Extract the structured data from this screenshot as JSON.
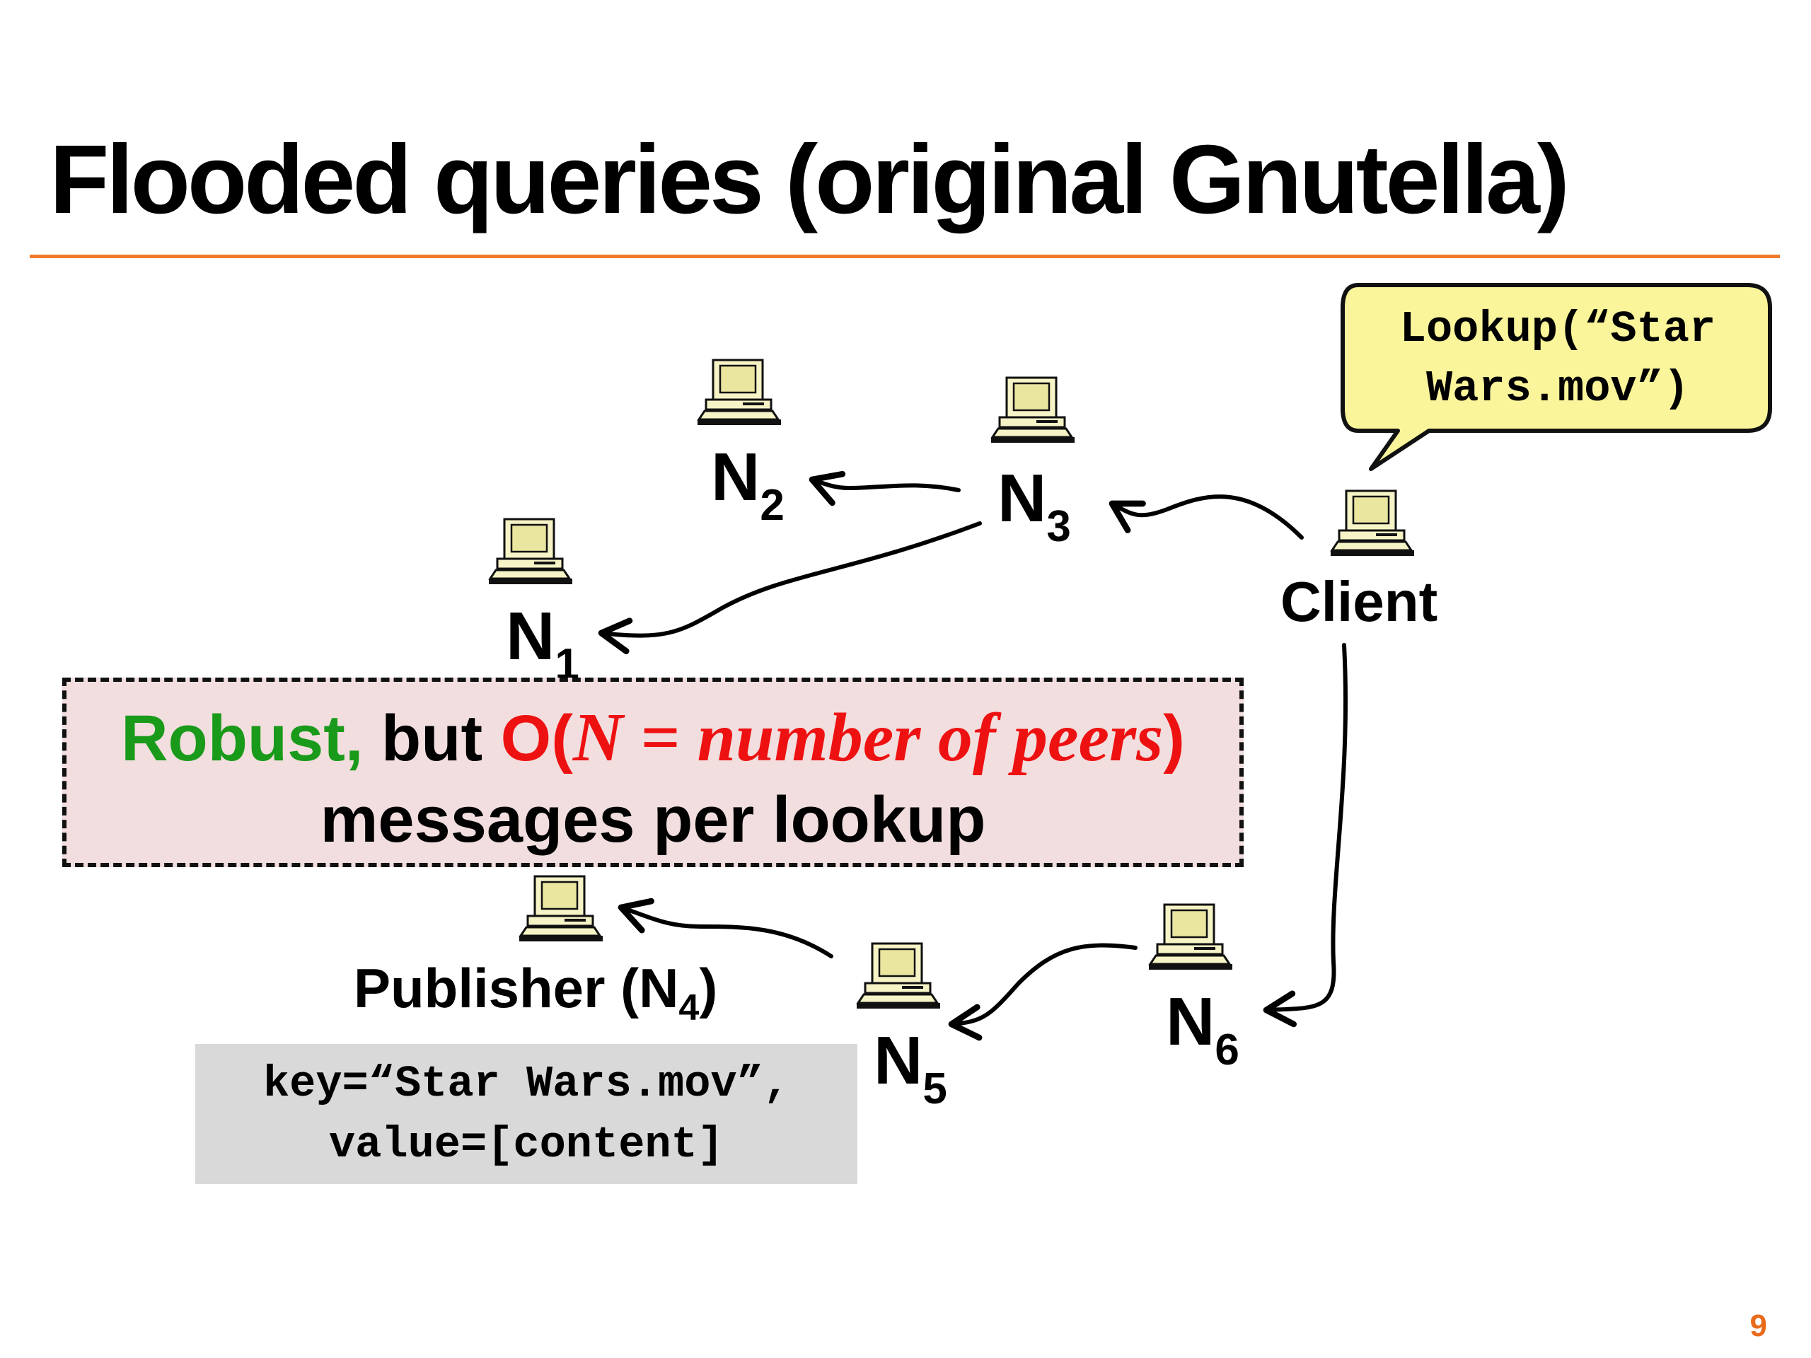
{
  "slide": {
    "title": "Flooded queries (original Gnutella)",
    "page_number": "9"
  },
  "nodes": {
    "n1": {
      "base": "N",
      "sub": "1"
    },
    "n2": {
      "base": "N",
      "sub": "2"
    },
    "n3": {
      "base": "N",
      "sub": "3"
    },
    "n5": {
      "base": "N",
      "sub": "5"
    },
    "n6": {
      "base": "N",
      "sub": "6"
    },
    "client": "Client",
    "publisher": {
      "prefix": "Publisher (N",
      "sub": "4",
      "suffix": ")"
    }
  },
  "lookup_bubble": {
    "line1": "Lookup(“Star",
    "line2": "Wars.mov”)"
  },
  "callout": {
    "robust": "Robust,",
    "but": " but ",
    "o_open": "O(",
    "formula": "N = number of peers",
    "o_close": ")",
    "line2": "messages per lookup"
  },
  "key_value": {
    "line1": "key=“Star Wars.mov”,",
    "line2": "value=[content]"
  },
  "colors": {
    "accent_rule": "#f07a2a",
    "robust_green": "#1a9a1a",
    "complexity_red": "#ee1111",
    "bubble_fill": "#faf59a",
    "callout_fill": "#f2dede",
    "kv_fill": "#d9d9d9"
  },
  "icons": [
    "computer-icon"
  ]
}
